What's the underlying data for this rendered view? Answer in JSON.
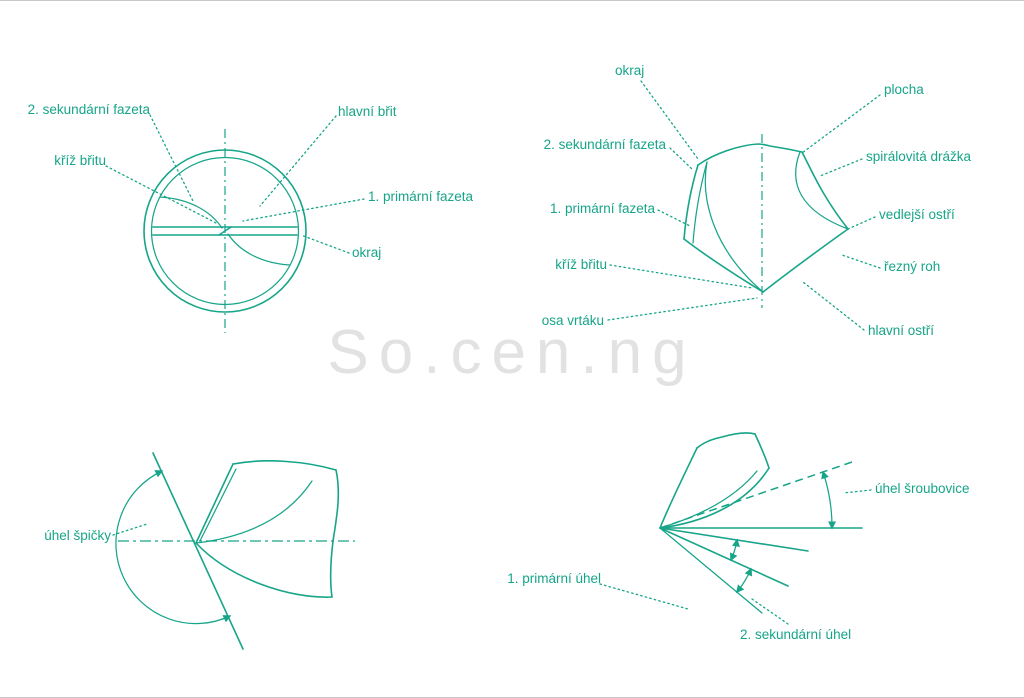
{
  "accent": "#17a589",
  "watermark": {
    "text": "So.cen.ng"
  },
  "end_view": {
    "labels": {
      "sekundarni_fazeta": "2. sekundární fazeta",
      "kriz_britu": "kříž břitu",
      "hlavni_brit": "hlavní břit",
      "primarni_fazeta": "1. primární fazeta",
      "okraj": "okraj"
    }
  },
  "side_view": {
    "labels": {
      "okraj": "okraj",
      "plocha": "plocha",
      "sekundarni_fazeta": "2. sekundární fazeta",
      "spiralovita_drazka": "spirálovitá drážka",
      "primarni_fazeta": "1. primární fazeta",
      "vedlejsi_ostri": "vedlejší ostří",
      "kriz_britu": "kříž břitu",
      "rezny_roh": "řezný roh",
      "osa_vrtaku": "osa vrtáku",
      "hlavni_ostri": "hlavní ostří"
    }
  },
  "point_view": {
    "labels": {
      "uhel_spicky": "úhel špičky"
    }
  },
  "helix_view": {
    "labels": {
      "uhel_sroubovice": "úhel šroubovice",
      "primarni_uhel": "1. primární úhel",
      "sekundarni_uhel": "2. sekundární úhel"
    }
  }
}
